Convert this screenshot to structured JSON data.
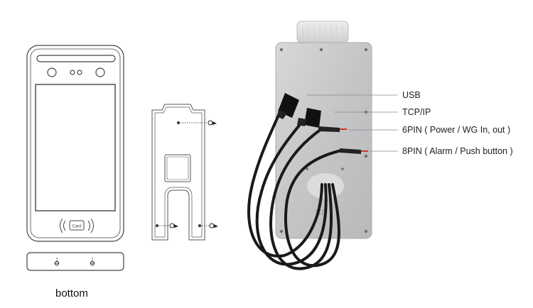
{
  "front_panel": {
    "card_label": "Card"
  },
  "bottom_caption": "bottom",
  "callouts": [
    {
      "id": "usb",
      "label": "USB"
    },
    {
      "id": "tcpip",
      "label": "TCP/IP"
    },
    {
      "id": "6pin",
      "label": "6PIN ( Power / WG In, out )"
    },
    {
      "id": "8pin",
      "label": "8PIN ( Alarm / Push button )"
    }
  ],
  "colors": {
    "outline": "#444444",
    "plate_metal": "#c9cbcd",
    "bracket_cap": "#dddddd",
    "cable": "#1a1a1a",
    "leader_line": "#8a8a8a",
    "wire_red": "#cc3a2a"
  }
}
